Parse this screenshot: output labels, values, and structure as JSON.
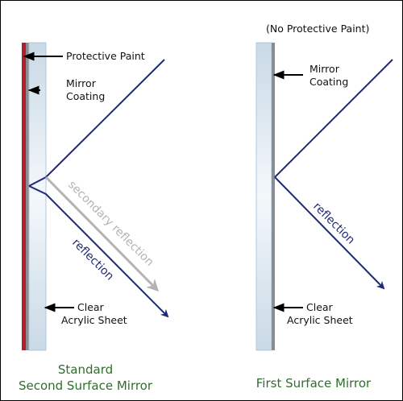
{
  "colors": {
    "border": "#000000",
    "paint": "#b11e2c",
    "coating": "#8a8d91",
    "acrylic_edge": "#b5c7d6",
    "ray": "#1f2a78",
    "secondary": "#b3b3b3",
    "caption": "#2e6e2e",
    "label": "#111111"
  },
  "left": {
    "labels": {
      "protective_paint": "Protective Paint",
      "mirror_coating_1": "Mirror",
      "mirror_coating_2": "Coating",
      "acrylic_1": "Clear",
      "acrylic_2": "Acrylic Sheet"
    },
    "rays": {
      "secondary": "secondary reflection",
      "reflection": "reflection"
    },
    "caption_1": "Standard",
    "caption_2": "Second Surface Mirror"
  },
  "right": {
    "note": "(No Protective Paint)",
    "labels": {
      "mirror_coating_1": "Mirror",
      "mirror_coating_2": "Coating",
      "acrylic_1": "Clear",
      "acrylic_2": "Acrylic Sheet"
    },
    "rays": {
      "reflection": "reflection"
    },
    "caption": "First Surface Mirror"
  }
}
